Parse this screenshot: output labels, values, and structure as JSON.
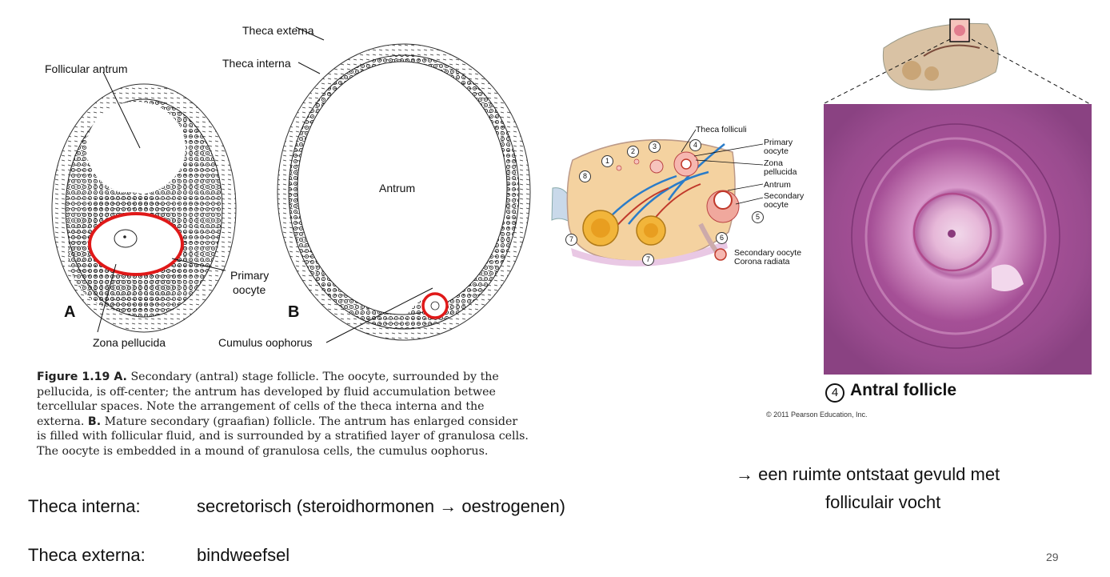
{
  "figure_a": {
    "labels": {
      "follicular_antrum": "Follicular antrum",
      "primary_oocyte_1": "Primary",
      "primary_oocyte_2": "oocyte",
      "zona_pellucida": "Zona pellucida",
      "panel": "A"
    }
  },
  "figure_b": {
    "labels": {
      "theca_externa": "Theca externa",
      "theca_interna": "Theca interna",
      "antrum": "Antrum",
      "cumulus_oophorus": "Cumulus oophorus",
      "panel": "B"
    }
  },
  "caption": {
    "figure_label": "Figure 1.19 A.",
    "line1": " Secondary (antral) stage follicle. The oocyte, surrounded by the",
    "line2": "pellucida, is off-center; the antrum has developed by fluid accumulation betwee",
    "line3": "tercellular spaces. Note the arrangement of cells of the theca interna and the",
    "line4a": "externa. ",
    "line4b_label": "B.",
    "line4c": " Mature secondary (graafian) follicle. The antrum has enlarged consider",
    "line5": "is filled with follicular fluid, and is surrounded by a stratified layer of granulosa cells.",
    "line6": "The oocyte is embedded in a mound of granulosa cells, the cumulus oophorus."
  },
  "ovary_diagram": {
    "labels": {
      "theca_folliculi": "Theca folliculi",
      "primary_oocyte": [
        "Primary",
        "oocyte"
      ],
      "zona_pellucida": [
        "Zona",
        "pellucida"
      ],
      "antrum": "Antrum",
      "secondary_oocyte": [
        "Secondary",
        "oocyte"
      ],
      "secondary_oocyte_2": "Secondary oocyte",
      "corona_radiata": "Corona radiata"
    },
    "numbers": [
      "1",
      "2",
      "3",
      "4",
      "5",
      "6",
      "7",
      "7",
      "8"
    ]
  },
  "micrograph": {
    "title_number": "4",
    "title": "Antral follicle",
    "copyright": "© 2011 Pearson Education, Inc."
  },
  "note": {
    "arrow": "→",
    "line1": " een ruimte ontstaat gevuld met",
    "line2": "folliculair vocht"
  },
  "definitions": [
    {
      "term": "Theca interna:",
      "arrow": "→",
      "desc_a": "secretorisch (steroidhormonen ",
      "desc_b": "  oestrogenen)"
    },
    {
      "term": "Theca externa:",
      "desc": "bindweefsel"
    }
  ],
  "page_number": "29",
  "colors": {
    "oocyte_ring": "#e01919",
    "tissue": "#b05a9e",
    "text": "#111111"
  }
}
